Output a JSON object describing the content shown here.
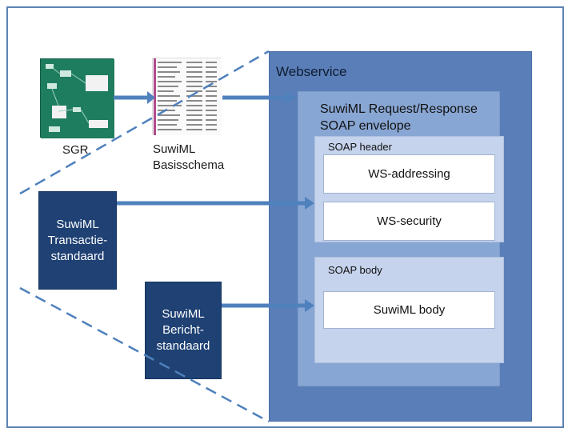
{
  "webservice": {
    "title": "Webservice"
  },
  "envelope": {
    "title_line1": "SuwiML Request/Response",
    "title_line2": "SOAP envelope"
  },
  "soap_header": {
    "title": "SOAP header",
    "items": [
      "WS-addressing",
      "WS-security"
    ]
  },
  "soap_body": {
    "title": "SOAP body",
    "item": "SuwiML body"
  },
  "sources": {
    "sgr": "SGR",
    "schema_line1": "SuwiML",
    "schema_line2": "Basisschema"
  },
  "standards": {
    "transactie": [
      "SuwiML",
      "Transactie-",
      "standaard"
    ],
    "bericht": [
      "SuwiML",
      "Bericht-",
      "standaard"
    ]
  },
  "colors": {
    "webservice_fill": "#5a7eb7",
    "envelope_fill": "#88a6d3",
    "section_fill": "#c5d3ec",
    "standard_box_fill": "#1f4173",
    "arrow": "#4f81bd",
    "sgr_thumb": "#1f7d5f"
  }
}
